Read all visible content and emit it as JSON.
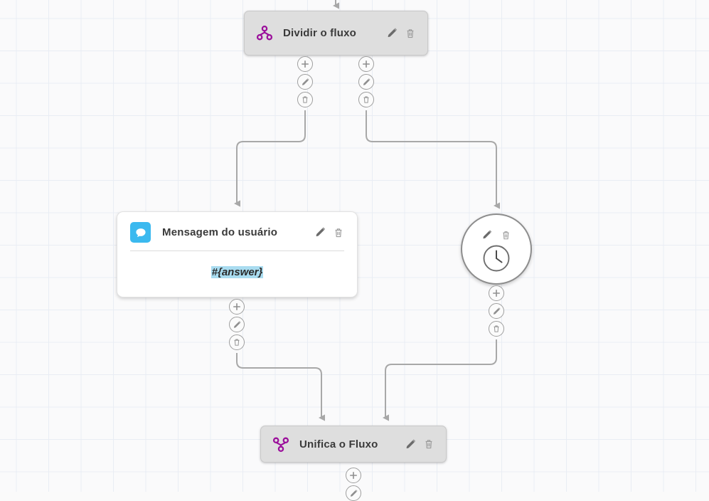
{
  "canvas": {
    "background_color": "#fafafb",
    "grid_color": "#e9edf4"
  },
  "palette": {
    "purple": "#9b0f9b",
    "chat_blue": "#3bb9ef",
    "highlight_blue": "#a9dcf0",
    "node_gray": "#dedede",
    "edge_gray": "#a8a8a8"
  },
  "nodes": [
    {
      "id": "split",
      "title": "Dividir o fluxo",
      "icon": "split-flow-icon",
      "style": "gray-box",
      "actions": [
        "edit-icon",
        "delete-icon"
      ]
    },
    {
      "id": "message",
      "title": "Mensagem do usuário",
      "icon": "chat-bubble-icon",
      "style": "white-card",
      "body_text": "#{answer}",
      "actions": [
        "edit-icon",
        "delete-icon"
      ]
    },
    {
      "id": "clock",
      "title": "",
      "icon": "clock-icon",
      "style": "circle",
      "actions": [
        "edit-icon",
        "delete-icon"
      ]
    },
    {
      "id": "merge",
      "title": "Unifica o Fluxo",
      "icon": "merge-flow-icon",
      "style": "gray-box",
      "actions": [
        "edit-icon",
        "delete-icon"
      ]
    }
  ],
  "handles": {
    "add_label": "+",
    "edit_label": "edit",
    "delete_label": "delete"
  }
}
